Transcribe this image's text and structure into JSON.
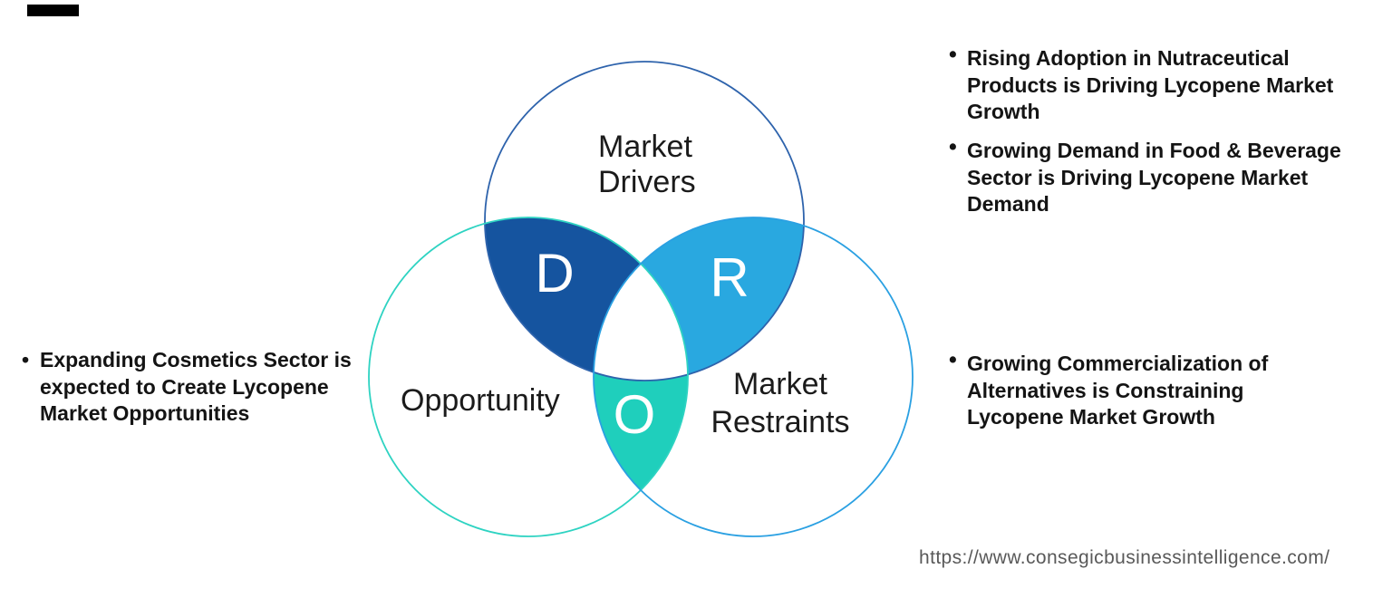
{
  "window": {
    "artifact_bar_color": "#000000"
  },
  "diagram": {
    "title_implicit": "DRO Venn Diagram",
    "circles": {
      "drivers": {
        "label": "Market\nDrivers",
        "letter": "D",
        "stroke": "#2e63ac",
        "overlap_fill": "#15549f"
      },
      "opportunity": {
        "label": "Opportunity",
        "letter": "O",
        "stroke": "#2ed3c2",
        "overlap_fill": "#1fcfbc"
      },
      "restraints": {
        "label": "Market\nRestraints",
        "letter": "R",
        "stroke": "#2aa0e2",
        "overlap_fill": "#29a8e0"
      }
    },
    "center_fill": "#ffffff"
  },
  "notes": {
    "left": [
      {
        "bullet": "•",
        "text": "Expanding Cosmetics Sector is\nexpected to Create Lycopene\nMarket Opportunities"
      }
    ],
    "right": [
      {
        "bullet": "•",
        "text": "Rising Adoption in Nutraceutical\nProducts is Driving Lycopene Market\nGrowth"
      },
      {
        "bullet": "•",
        "text": "Growing Demand in Food & Beverage\nSector is Driving Lycopene Market\nDemand"
      },
      {
        "bullet": "•",
        "text": "Growing Commercialization of\nAlternatives is Constraining\nLycopene Market Growth"
      }
    ]
  },
  "footer": {
    "url": "https://www.consegicbusinessintelligence.com/"
  }
}
